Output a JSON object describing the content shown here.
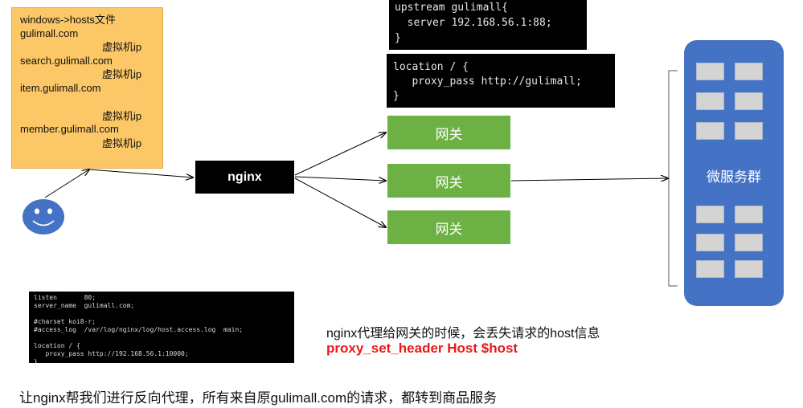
{
  "hosts_note": {
    "lines": [
      "windows->hosts文件",
      "gulimall.com",
      "虚拟机ip",
      "search.gulimall.com",
      "虚拟机ip",
      "item.gulimall.com",
      "虚拟机ip",
      "member.gulimall.com",
      "虚拟机ip"
    ]
  },
  "upstream_block": "upstream gulimall{\n  server 192.168.56.1:88;\n}",
  "location_block": "location / {\n   proxy_pass http://gulimall;\n}",
  "server_block": "listen       80;\nserver_name  gulimall.com;\n\n#charset koi8-r;\n#access_log  /var/log/nginx/log/host.access.log  main;\n\nlocation / {\n   proxy_pass http://192.168.56.1:10000;\n}",
  "nginx_label": "nginx",
  "gateways": [
    "网关",
    "网关",
    "网关"
  ],
  "cluster_label": "微服务群",
  "caption": {
    "line1": "nginx代理给网关的时候，会丢失请求的host信息",
    "line2": "proxy_set_header Host $host"
  },
  "bottom_caption": "让nginx帮我们进行反向代理，所有来自原gulimall.com的请求，都转到商品服务",
  "colors": {
    "note_bg": "#fcc766",
    "gateway": "#6db044",
    "cluster": "#4472c4",
    "smiley": "#4472c4",
    "emphasis": "#e8191a"
  }
}
